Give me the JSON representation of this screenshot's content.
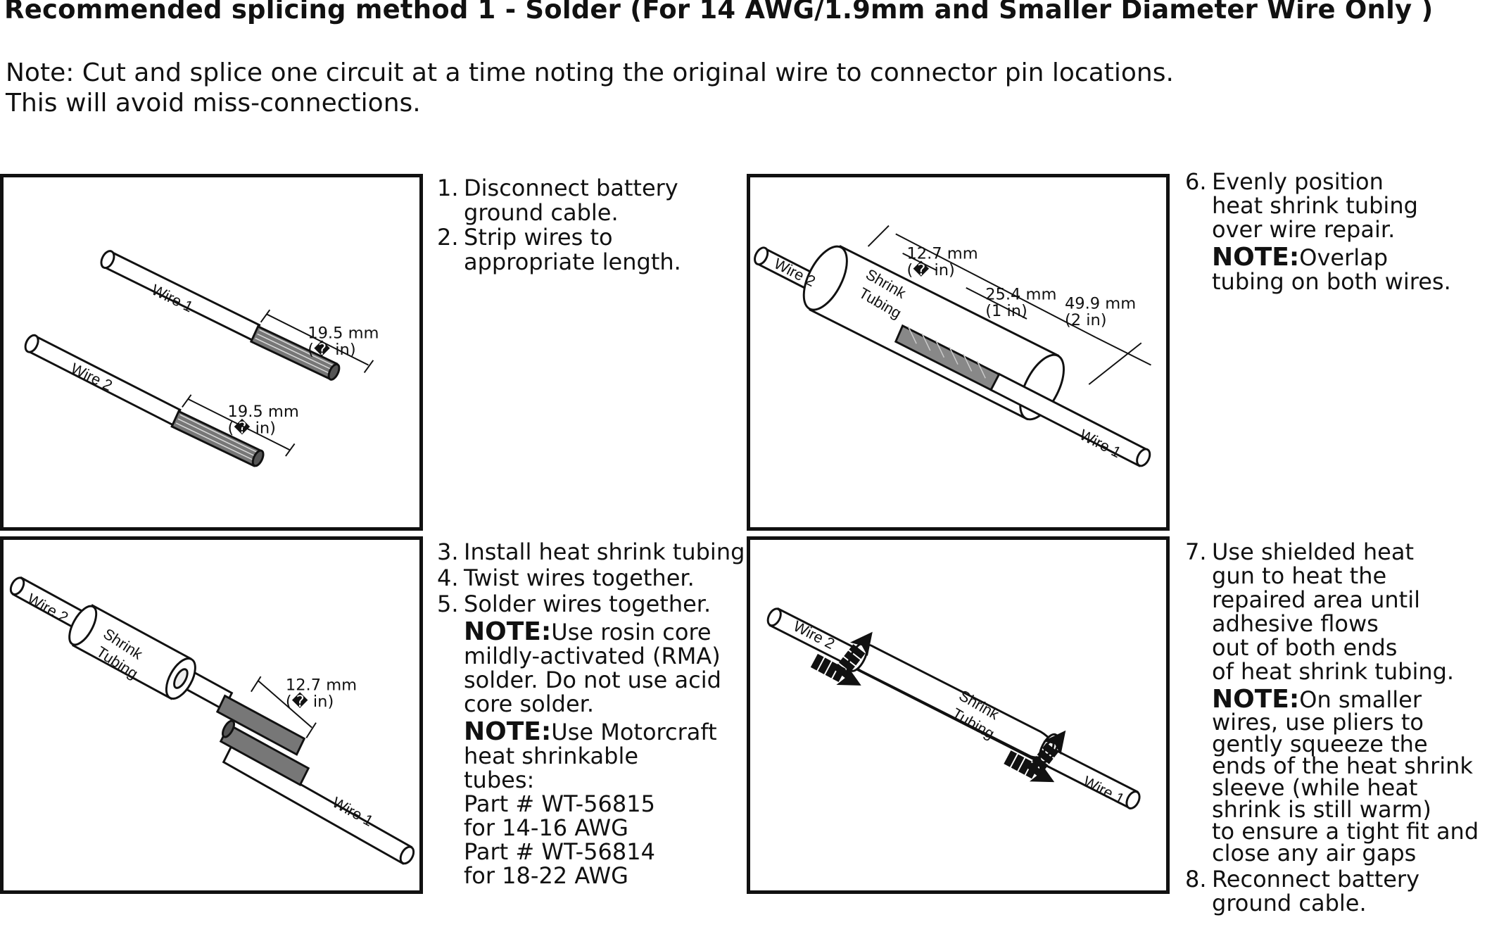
{
  "title": "Recommended splicing method 1 - Solder (For 14 AWG/1.9mm and Smaller Diameter Wire Only )",
  "note_lines": [
    "Note: Cut and splice one circuit at a time noting the original wire to connector pin locations.",
    "This will avoid miss-connections."
  ],
  "left_top_steps": [
    {
      "num": "1.",
      "lines": [
        "Disconnect battery",
        "ground cable."
      ]
    },
    {
      "num": "2.",
      "lines": [
        "Strip wires to",
        "appropriate length."
      ]
    }
  ],
  "left_bottom_steps": [
    {
      "num": "3.",
      "text": "Install heat shrink tubing."
    },
    {
      "num": "4.",
      "text": "Twist wires together."
    },
    {
      "num": "5.",
      "text": "Solder wires together."
    }
  ],
  "left_bottom_notes": {
    "note1_label": "NOTE:",
    "note1_first": "Use rosin core",
    "note1_lines": [
      "mildly-activated (RMA)",
      "solder. Do not use acid",
      "core solder."
    ],
    "note2_label": "NOTE:",
    "note2_first": "Use Motorcraft",
    "note2_lines": [
      "heat shrinkable",
      "tubes:",
      "Part # WT-56815",
      "for 14-16 AWG",
      "Part # WT-56814",
      "for 18-22 AWG"
    ]
  },
  "right_top_steps": {
    "num": "6.",
    "first": "Evenly position",
    "lines": [
      "heat shrink tubing",
      "over wire repair."
    ],
    "note_label": "NOTE:",
    "note_first": "Overlap",
    "note_lines": [
      "tubing on both wires."
    ]
  },
  "right_bottom_steps": {
    "num7": "7.",
    "first7": "Use shielded heat",
    "lines7": [
      "gun to heat the",
      "repaired area until",
      "adhesive flows",
      "out of both ends",
      "of heat shrink tubing."
    ],
    "note_label": "NOTE:",
    "note_first": "On smaller",
    "note_lines": [
      "wires, use pliers to",
      "gently squeeze the",
      "ends of the heat shrink",
      "sleeve (while heat",
      "shrink is still warm)",
      "to ensure a tight fit and",
      "close any air gaps"
    ],
    "num8": "8.",
    "lines8": [
      "Reconnect battery",
      "ground cable."
    ]
  },
  "figures": {
    "fig1": {
      "wire1": "Wire 1",
      "wire2": "Wire 2",
      "dim_a": "19.5 mm",
      "dim_a_in": "(� in)",
      "dim_b": "19.5 mm",
      "dim_b_in": "(� in)"
    },
    "fig2": {
      "wire1": "Wire 1",
      "wire2": "Wire 2",
      "shrink1": "Shrink",
      "shrink2": "Tubing",
      "dim": "12.7 mm",
      "dim_in": "(� in)"
    },
    "fig3": {
      "wire1": "Wire 1",
      "wire2": "Wire 2",
      "shrink1": "Shrink",
      "shrink2": "Tubing",
      "d1": "12.7 mm",
      "d1_in": "(� in)",
      "d2": "25.4 mm",
      "d2_in": "(1 in)",
      "d3": "49.9 mm",
      "d3_in": "(2 in)"
    },
    "fig4": {
      "wire1": "Wire 1",
      "wire2": "Wire 2",
      "shrink1": "Shrink",
      "shrink2": "Tubing"
    }
  }
}
